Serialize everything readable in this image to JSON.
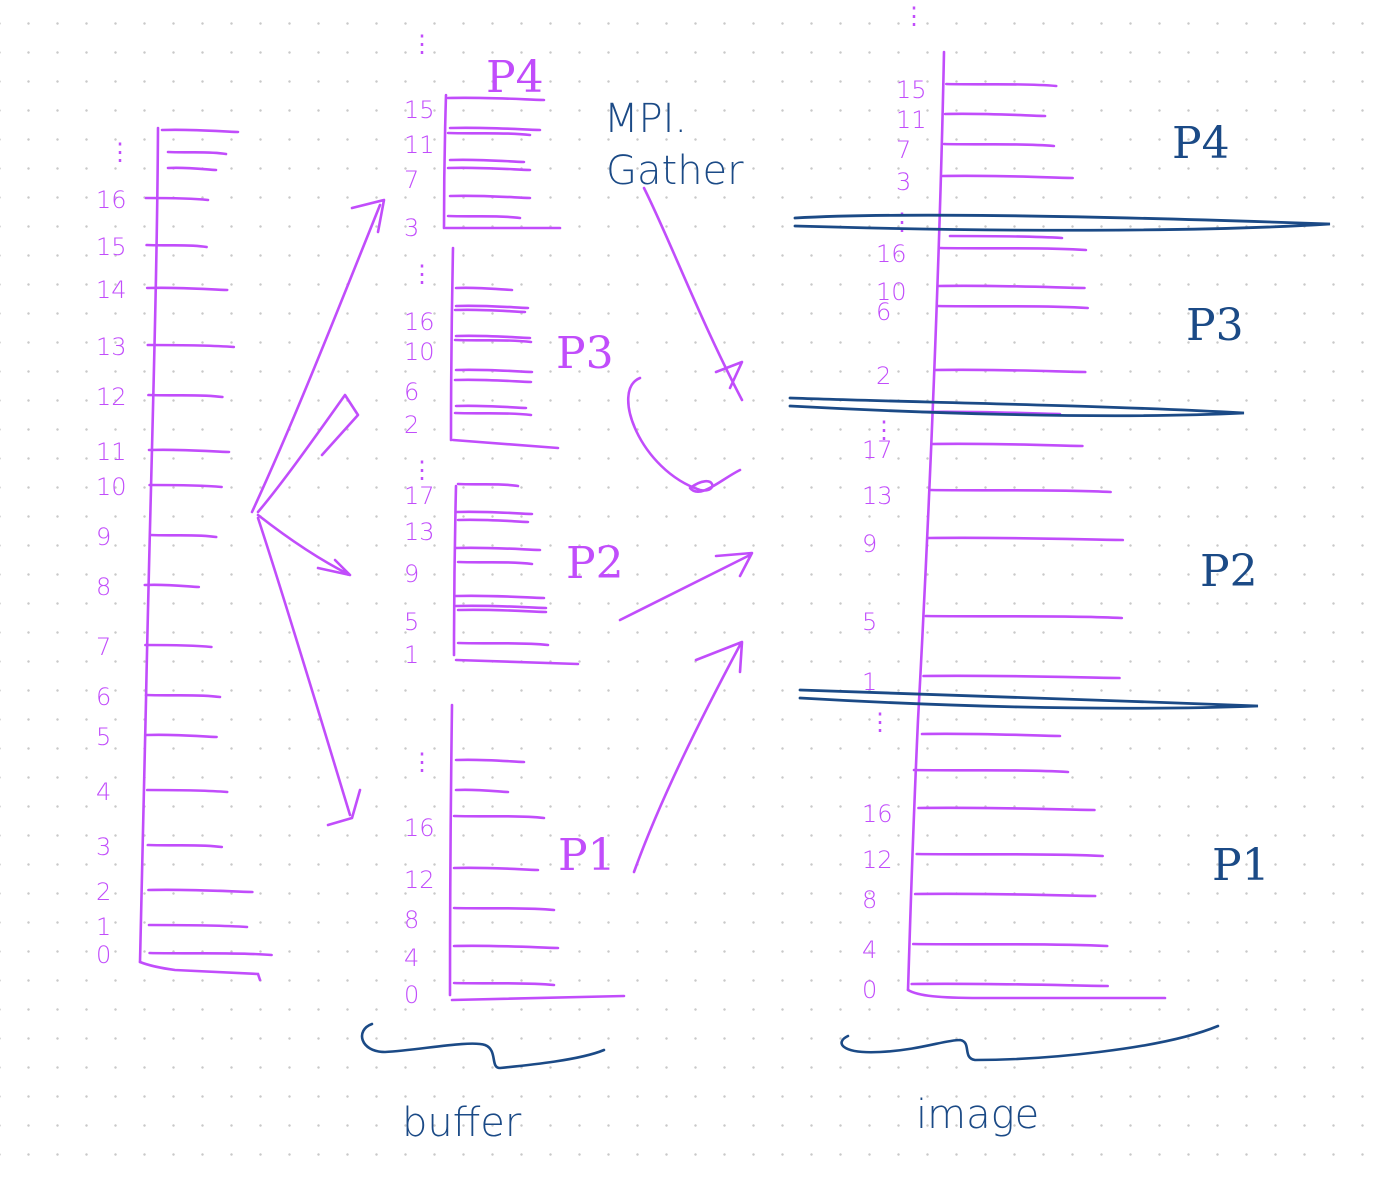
{
  "colors": {
    "ink_purple": "#c14dfb",
    "ink_blue": "#1b4a86"
  },
  "source_column": {
    "labels": [
      "0",
      "1",
      "2",
      "3",
      "4",
      "5",
      "6",
      "7",
      "8",
      "9",
      "10",
      "11",
      "12",
      "13",
      "14",
      "15",
      "16"
    ],
    "ellipsis": "⋮"
  },
  "buffer": {
    "caption": "buffer",
    "segments": [
      {
        "process": "P1",
        "labels": [
          "0",
          "4",
          "8",
          "12",
          "16"
        ]
      },
      {
        "process": "P2",
        "labels": [
          "1",
          "5",
          "9",
          "13",
          "17"
        ]
      },
      {
        "process": "P3",
        "labels": [
          "2",
          "6",
          "10",
          "16"
        ]
      },
      {
        "process": "P4",
        "labels": [
          "3",
          "7",
          "11",
          "15"
        ]
      }
    ]
  },
  "gather_label": {
    "line1": "MPI.",
    "line2": "Gather"
  },
  "image": {
    "caption": "image",
    "segments": [
      {
        "process": "P1",
        "labels": [
          "0",
          "4",
          "8",
          "12",
          "16"
        ]
      },
      {
        "process": "P2",
        "labels": [
          "1",
          "5",
          "9",
          "13",
          "17"
        ]
      },
      {
        "process": "P3",
        "labels": [
          "2",
          "6",
          "10",
          "16"
        ]
      },
      {
        "process": "P4",
        "labels": [
          "3",
          "7",
          "11",
          "15"
        ]
      }
    ]
  }
}
